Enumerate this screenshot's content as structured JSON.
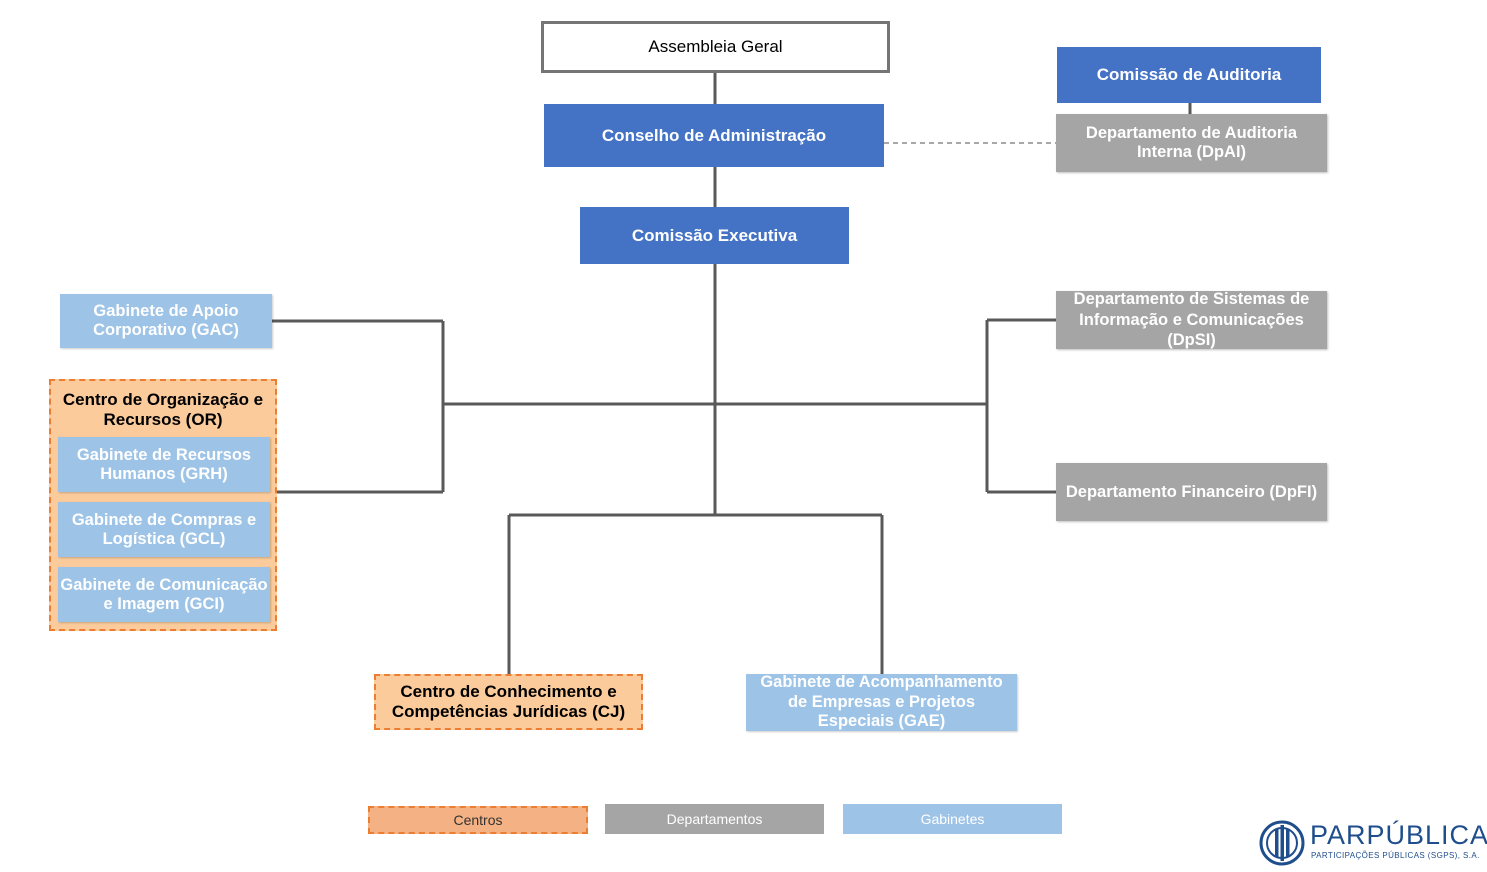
{
  "nodes": {
    "assembleia": "Assembleia Geral",
    "conselho": "Conselho de Administração",
    "comissao_auditoria": "Comissão de Auditoria",
    "dpai": "Departamento de Auditoria Interna (DpAI)",
    "comissao_executiva": "Comissão Executiva",
    "gac": "Gabinete de Apoio Corporativo (GAC)",
    "or_title": "Centro de Organização e Recursos (OR)",
    "grh": "Gabinete de Recursos Humanos (GRH)",
    "gcl": "Gabinete de Compras e Logística (GCL)",
    "gci": "Gabinete de Comunicação e Imagem (GCI)",
    "dpsi": "Departamento de Sistemas de Informação e Comunicações (DpSI)",
    "dpfi": "Departamento Financeiro (DpFI)",
    "cj": "Centro de Conhecimento e Competências Jurídicas (CJ)",
    "gae": "Gabinete de Acompanhamento de Empresas e Projetos Especiais (GAE)"
  },
  "legend": {
    "centros": "Centros",
    "departamentos": "Departamentos",
    "gabinetes": "Gabinetes"
  },
  "logo": {
    "name": "PARPÚBLICA",
    "subtitle": "PARTICIPAÇÕES PÚBLICAS (SGPS), S.A."
  },
  "colors": {
    "orgaos": "#4472C4",
    "departamentos": "#A5A5A5",
    "gabinetes": "#9DC3E6",
    "centros": "#FBCB9C",
    "centros_border": "#ED7D31",
    "connectors": "#595959",
    "brand": "#1F4E8C"
  }
}
